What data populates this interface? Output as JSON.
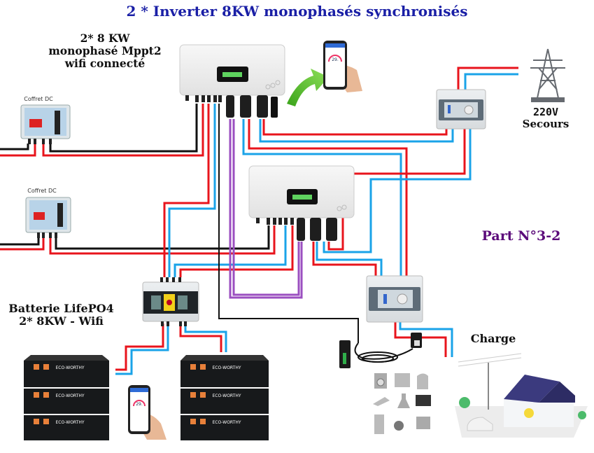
{
  "title": "2 * Inverter 8KW monophasés synchronisés",
  "inverter_label": {
    "line1": "2*  8 KW",
    "line2": "monophasé Mppt2",
    "line3": "wifi connecté"
  },
  "battery_label": {
    "line1": "Batterie LifePO4",
    "line2": "2* 8KW - Wifi"
  },
  "part_label": "Part N°3-2",
  "grid_label": {
    "line1": "220V",
    "line2": "Secours"
  },
  "charge_label": "Charge",
  "dc_box_1_label": "Coffret DC",
  "dc_box_2_label": "Coffret DC",
  "battery_brand": "ECO-WORTHY",
  "app_gauge_value": "29.",
  "colors": {
    "title": "#1a1fa6",
    "part": "#5b0a7a",
    "wire_red": "#e8141c",
    "wire_blue": "#1aa3e8",
    "wire_black": "#111111",
    "wire_purple": "#9b4fc0",
    "arrow_green": "#5cbf2a"
  }
}
